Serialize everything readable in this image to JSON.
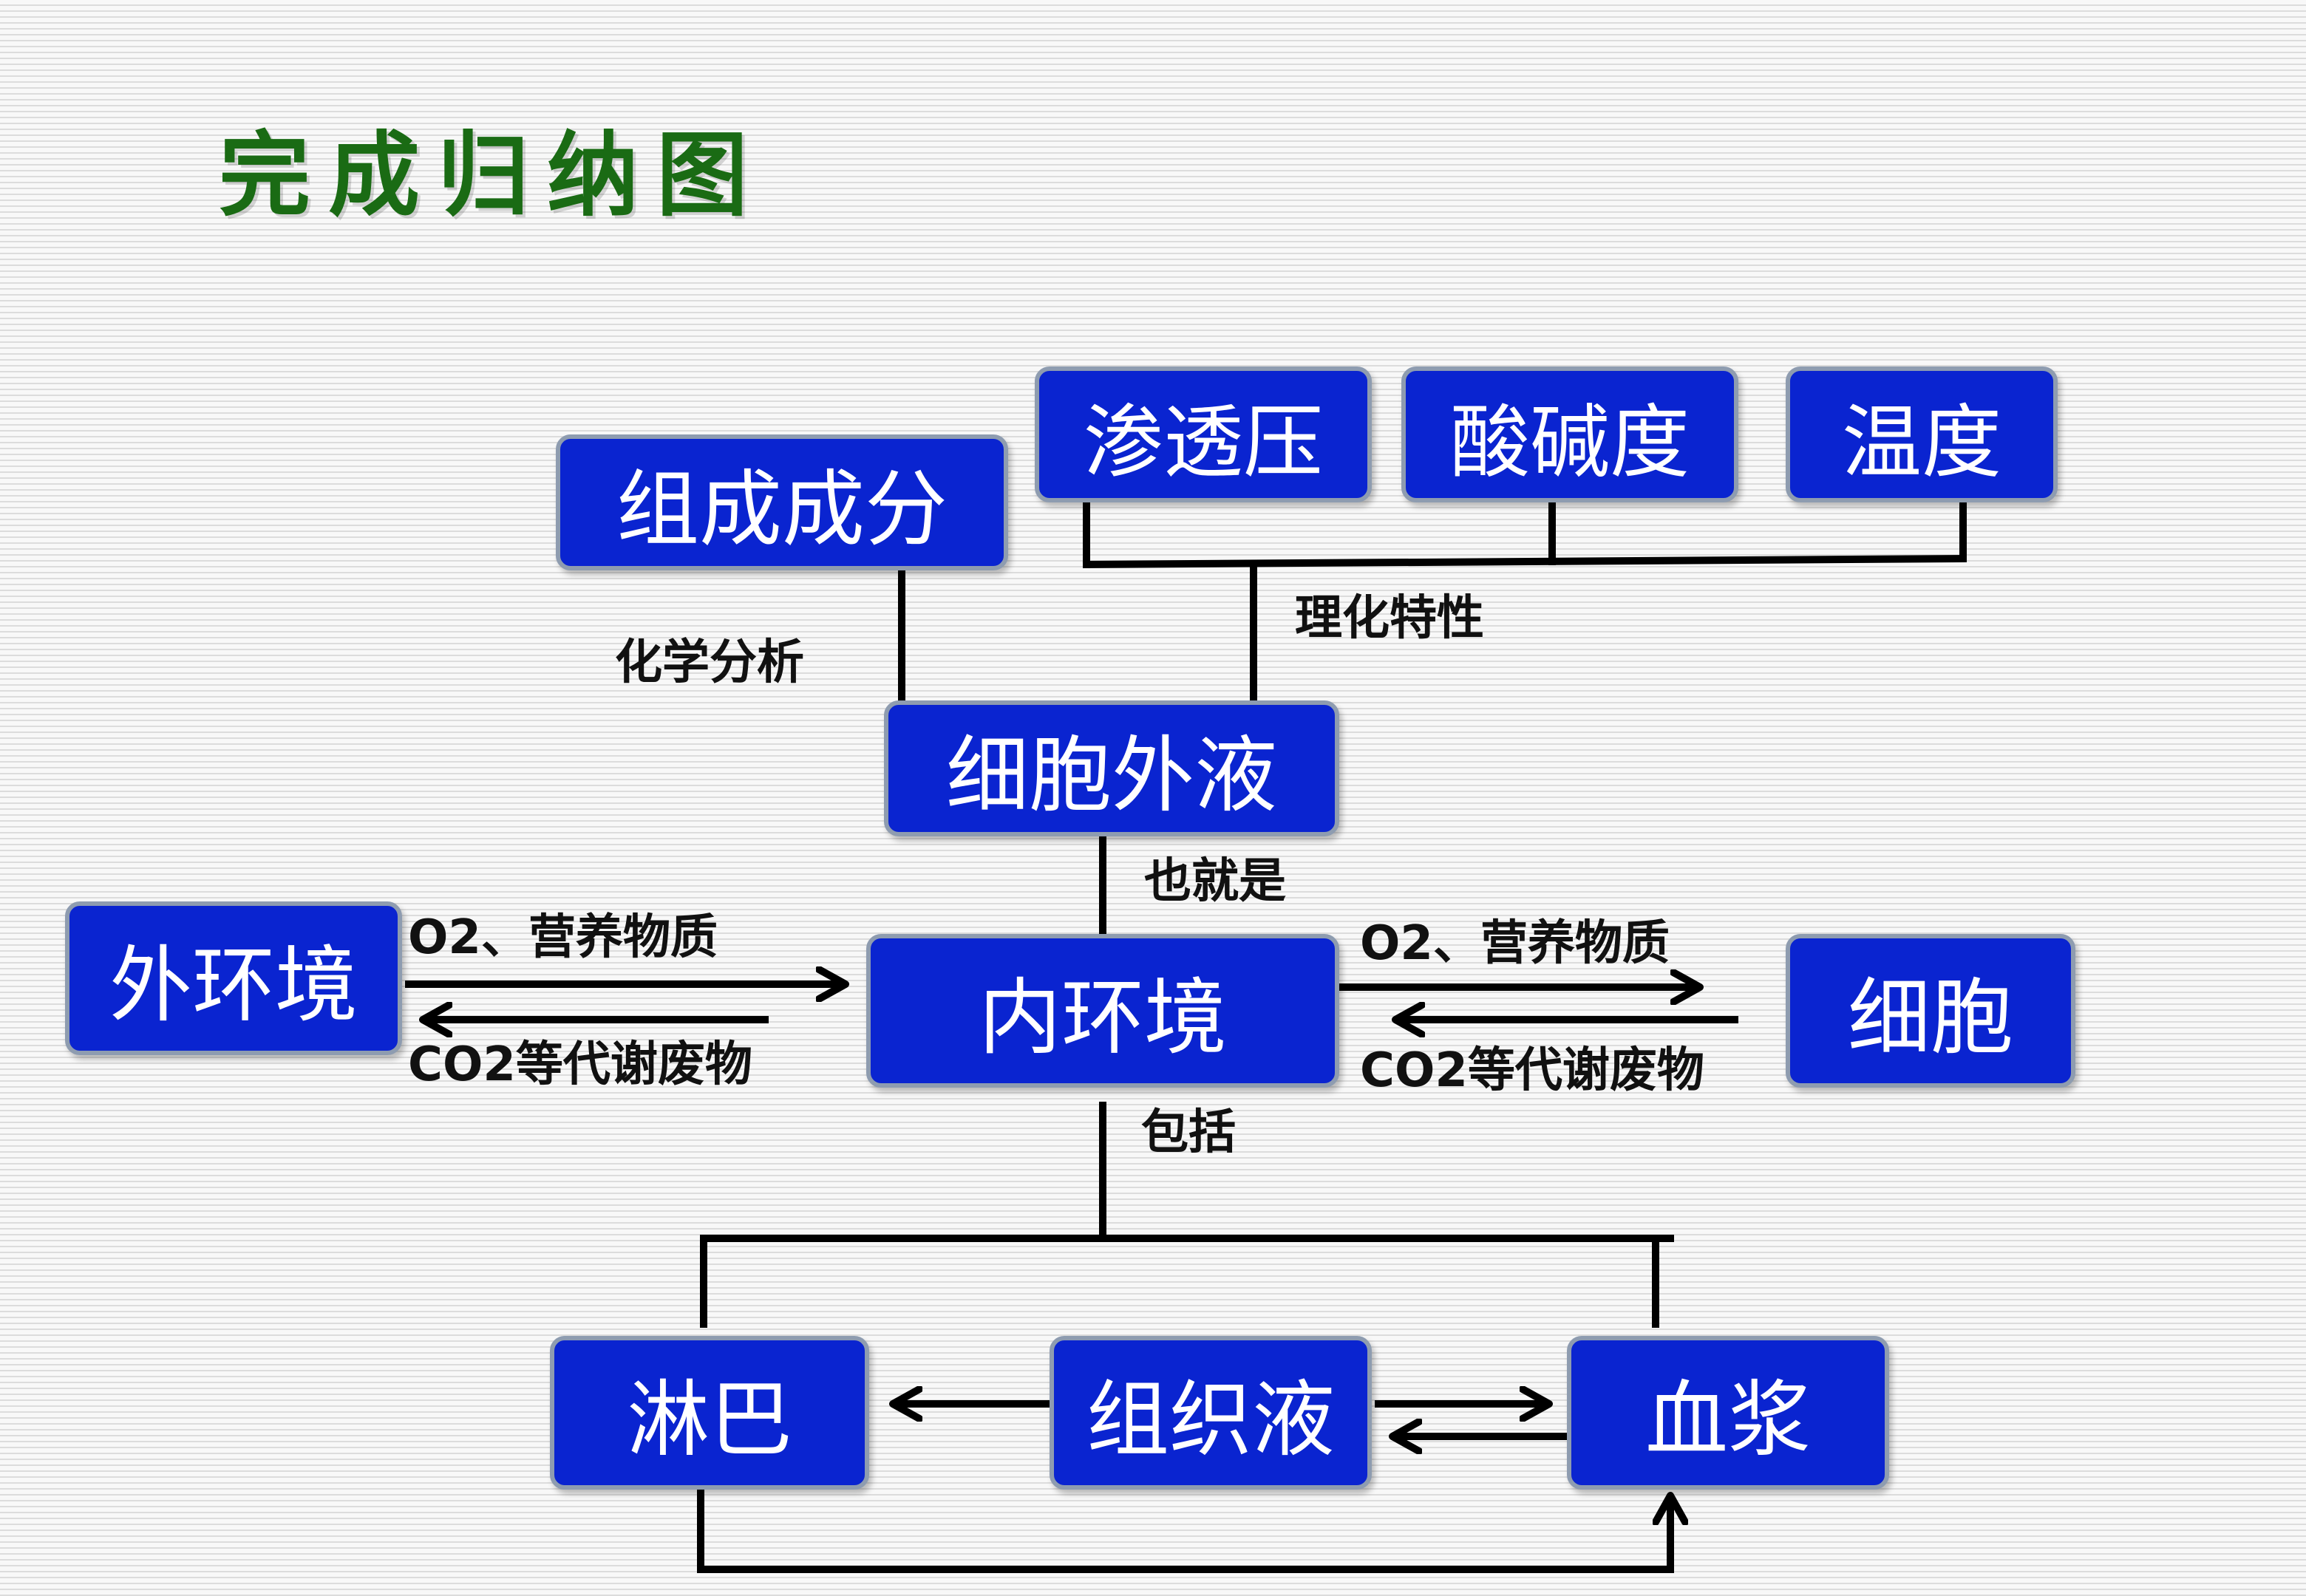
{
  "title": "完成归纳图",
  "colors": {
    "title": "#1a6b14",
    "box_fill": "#0a24d0",
    "box_border": "#8e9cb0",
    "box_text": "#ffffff",
    "line": "#000000"
  },
  "nodes": {
    "composition": "组成成分",
    "osmotic_pressure": "渗透压",
    "ph": "酸碱度",
    "temperature": "温度",
    "extracellular_fluid": "细胞外液",
    "external_environment": "外环境",
    "internal_environment": "内环境",
    "cell": "细胞",
    "lymph": "淋巴",
    "tissue_fluid": "组织液",
    "plasma": "血浆"
  },
  "edge_labels": {
    "chemical_analysis": "化学分析",
    "physicochemical_properties": "理化特性",
    "that_is": "也就是",
    "includes": "包括",
    "left_in": "O2、营养物质",
    "left_out": "CO2等代谢废物",
    "right_in": "O2、营养物质",
    "right_out": "CO2等代谢废物"
  }
}
